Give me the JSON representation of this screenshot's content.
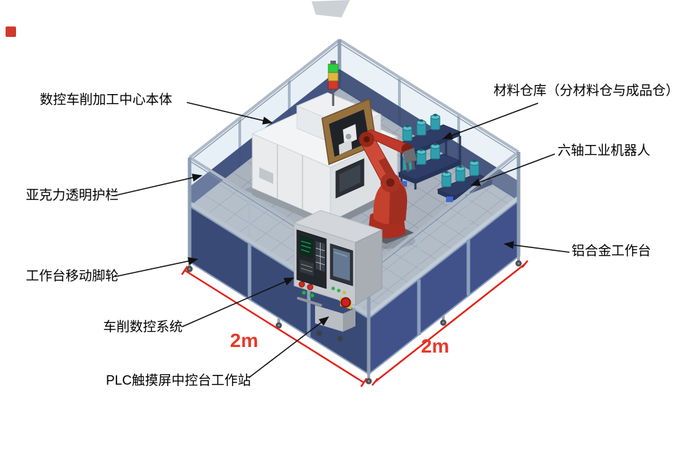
{
  "diagram": {
    "type": "annotated-isometric-equipment-diagram",
    "labels": {
      "cnc_center": "数控车削加工中心本体",
      "material_warehouse": "材料仓库（分材料仓与成品仓）",
      "robot": "六轴工业机器人",
      "acrylic_guard": "亚克力透明护栏",
      "worktable": "铝合金工作台",
      "casters": "工作台移动脚轮",
      "cnc_system": "车削数控系统",
      "plc_console": "PLC触摸屏中控台工作站"
    },
    "dimensions": {
      "left": "2m",
      "right": "2m"
    },
    "colors": {
      "dimension_red": "#e2231a",
      "robot_red": "#c4412e",
      "base_navy": "#394a76",
      "rack_teal": "#2f9fae",
      "frame_gray": "#9fb0c2",
      "machine_white": "#f3f4f5",
      "door_brown": "#96713e"
    }
  }
}
